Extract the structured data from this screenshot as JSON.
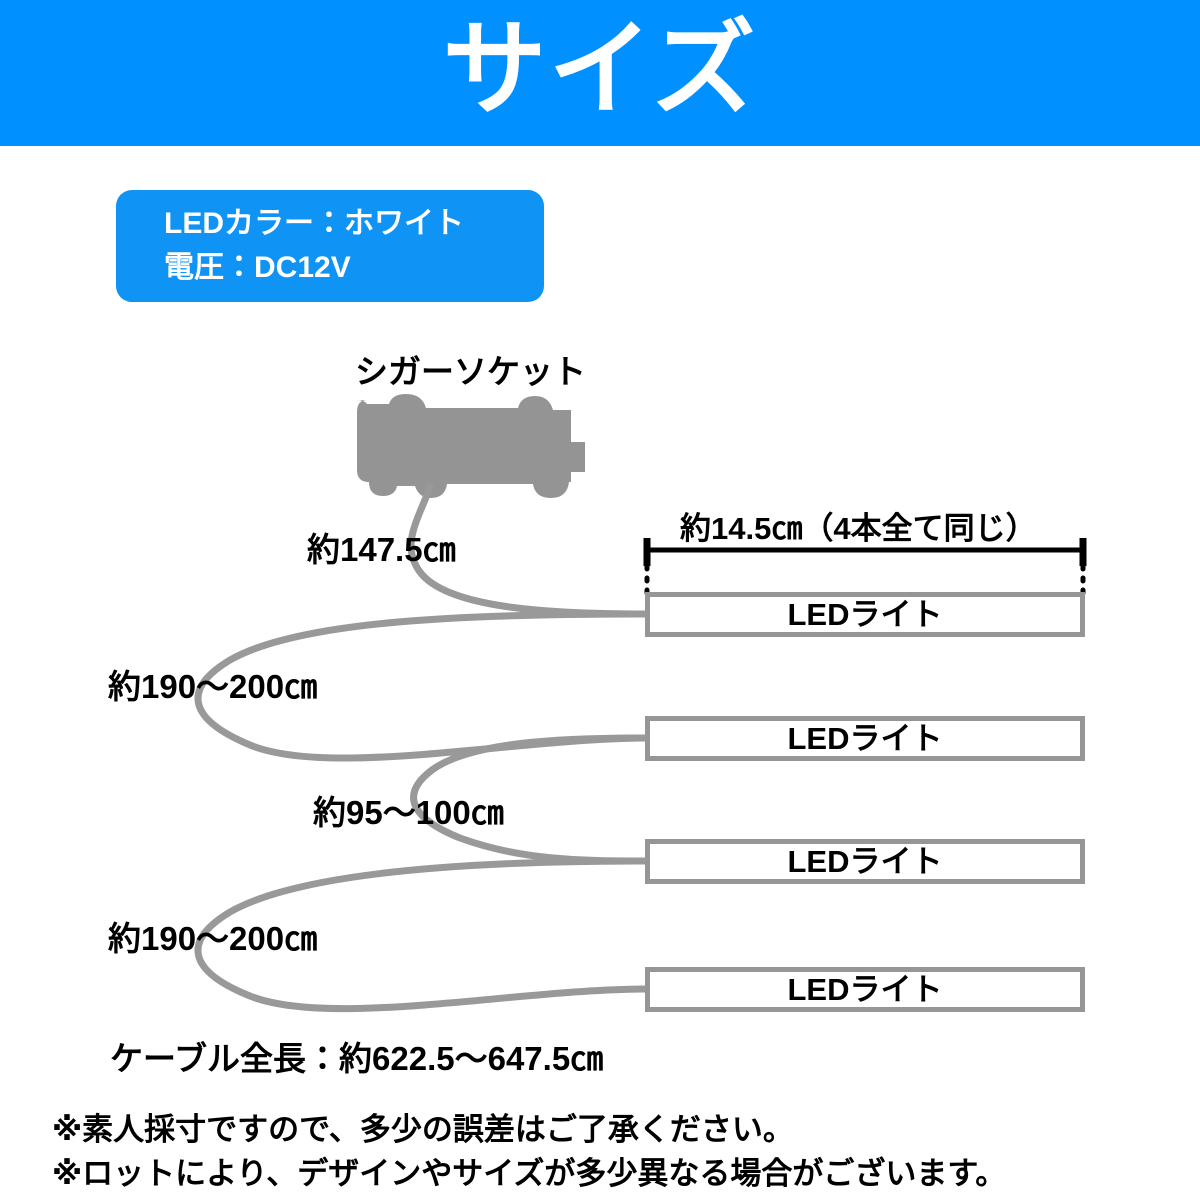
{
  "header": {
    "title": "サイズ",
    "background_color": "#0090ff",
    "text_color": "#ffffff"
  },
  "spec_box": {
    "background_color": "#0f93f5",
    "lines": [
      "LEDカラー：ホワイト",
      "電圧：DC12V"
    ]
  },
  "diagram": {
    "socket_label": "シガーソケット",
    "cable_color": "#999999",
    "bar_border_color": "#969696",
    "dimension_label": "約14.5㎝（4本全て同じ）",
    "led_bars": [
      {
        "label": "LEDライト"
      },
      {
        "label": "LEDライト"
      },
      {
        "label": "LEDライト"
      },
      {
        "label": "LEDライト"
      }
    ],
    "cable_measurements": [
      {
        "label": "約147.5㎝"
      },
      {
        "label": "約190〜200㎝"
      },
      {
        "label": "約95〜100㎝"
      },
      {
        "label": "約190〜200㎝"
      }
    ],
    "total_length": "ケーブル全長：約622.5〜647.5㎝"
  },
  "notes": [
    "※素人採寸ですので、多少の誤差はご了承ください。",
    "※ロットにより、デザインやサイズが多少異なる場合がございます。"
  ]
}
